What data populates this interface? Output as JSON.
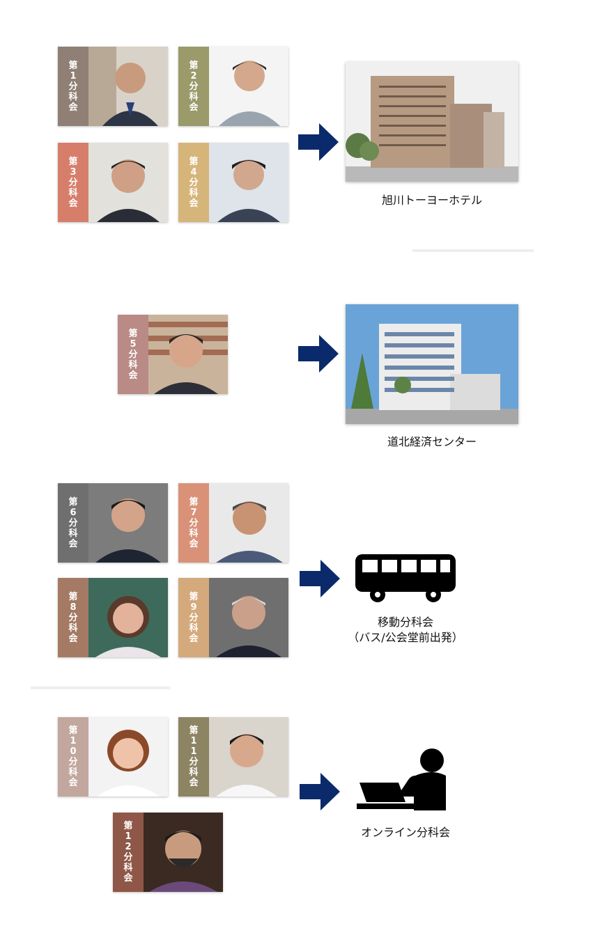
{
  "groups": [
    {
      "venue": "旭川トーヨーホテル",
      "subcommittees": [
        {
          "label": "第1分科会",
          "color": "#8f7f74"
        },
        {
          "label": "第2分科会",
          "color": "#9a9a6a"
        },
        {
          "label": "第3分科会",
          "color": "#d77e6a"
        },
        {
          "label": "第4分科会",
          "color": "#d6b57a"
        }
      ]
    },
    {
      "venue": "道北経済センター",
      "subcommittees": [
        {
          "label": "第5分科会",
          "color": "#b98a86"
        }
      ]
    },
    {
      "venue": "移動分科会",
      "venue_sub": "（バス/公会堂前出発）",
      "icon": "bus-icon",
      "subcommittees": [
        {
          "label": "第6分科会",
          "color": "#6f6f6f"
        },
        {
          "label": "第7分科会",
          "color": "#d99278"
        },
        {
          "label": "第8分科会",
          "color": "#a47a64"
        },
        {
          "label": "第9分科会",
          "color": "#d4a97c"
        }
      ]
    },
    {
      "venue": "オンライン分科会",
      "icon": "person-at-laptop-icon",
      "subcommittees": [
        {
          "label": "第10分科会",
          "color": "#c2a79e"
        },
        {
          "label": "第11分科会",
          "color": "#8c8463"
        },
        {
          "label": "第12分科会",
          "color": "#8f5747"
        }
      ]
    }
  ],
  "colors": {
    "arrow": "#0b2a6b",
    "icon": "#000000"
  }
}
